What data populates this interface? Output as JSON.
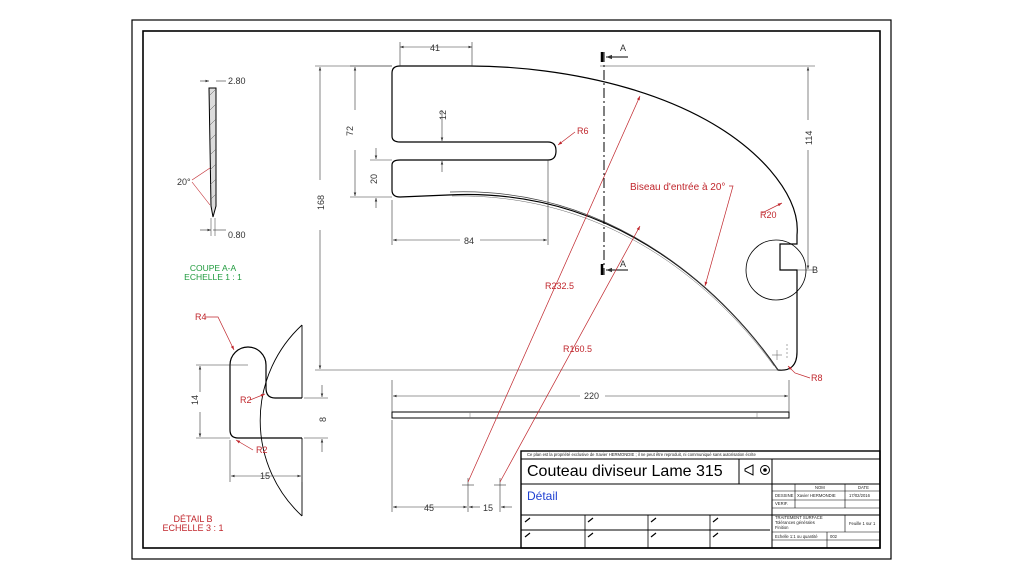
{
  "title_block": {
    "title": "Couteau diviseur Lame 315",
    "subtitle": "Détail",
    "header_nom": "NOM",
    "header_date": "DATE",
    "row_drawn_label": "DESSINE",
    "row_drawn_name": "Xavier HERMONDIE",
    "row_drawn_date": "17/02/2016",
    "row_verif": "VERIF.",
    "notice": "Ce plan est la propriété exclusive de Xavier HERMONDIE ; il ne peut être reproduit, ni communiqué sans autorisation écrite",
    "sheet": "Feuille 1 sur 1",
    "scale": "Echelle 1:1 ou quantité",
    "qty": "002",
    "misc1": "TRAITEMENT SURFACE",
    "misc2": "Tolérances générales",
    "misc3": "Finition"
  },
  "section_aa": {
    "cut_label": "A",
    "thickness": "2.80",
    "angle": "20°",
    "edge": "0.80",
    "label1": "COUPE A-A",
    "label2": "ECHELLE 1 : 1"
  },
  "main_view": {
    "dim_41": "41",
    "dim_72": "72",
    "dim_12": "12",
    "dim_20": "20",
    "dim_168": "168",
    "dim_84": "84",
    "dim_114": "114",
    "dim_220": "220",
    "dim_45": "45",
    "dim_15": "15",
    "r6": "R6",
    "r20": "R20",
    "r8": "R8",
    "r232": "R232.5",
    "r160": "R160.5",
    "bevel_note": "Biseau d'entrée à 20°",
    "detail_ref": "B"
  },
  "detail_b": {
    "r4": "R4",
    "r2_top": "R2",
    "r2_bottom": "R2",
    "dim_14": "14",
    "dim_8": "8",
    "dim_15": "15",
    "label1": "DÉTAIL B",
    "label2": "ECHELLE 3 : 1"
  }
}
